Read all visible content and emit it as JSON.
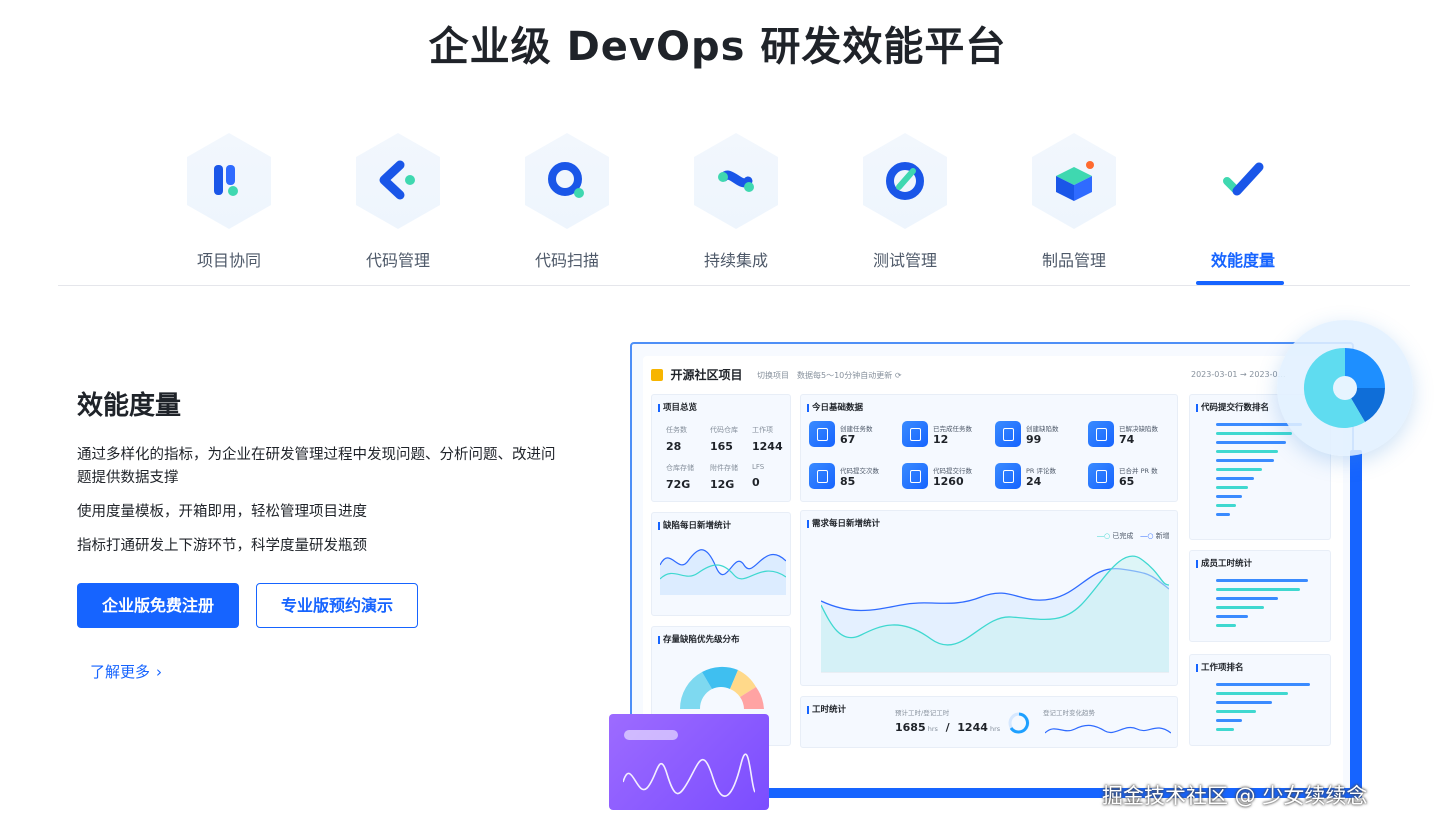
{
  "page": {
    "title": "企业级 DevOps 研发效能平台"
  },
  "tabs": [
    {
      "label": "项目协同",
      "icon": "project-collab-icon"
    },
    {
      "label": "代码管理",
      "icon": "code-manage-icon"
    },
    {
      "label": "代码扫描",
      "icon": "code-scan-icon"
    },
    {
      "label": "持续集成",
      "icon": "ci-icon"
    },
    {
      "label": "测试管理",
      "icon": "test-manage-icon"
    },
    {
      "label": "制品管理",
      "icon": "artifact-icon"
    },
    {
      "label": "效能度量",
      "icon": "metrics-icon",
      "active": true
    }
  ],
  "section": {
    "title": "效能度量",
    "desc1": "通过多样化的指标，为企业在研发管理过程中发现问题、分析问题、改进问题提供数据支撑",
    "desc2": "使用度量模板，开箱即用，轻松管理项目进度",
    "desc3": "指标打通研发上下游环节，科学度量研发瓶颈",
    "btn_primary": "企业版免费注册",
    "btn_secondary": "专业版预约演示",
    "learn_more": "了解更多",
    "learn_more_icon": "chevron-right-icon"
  },
  "dashboard": {
    "project": "开源社区项目",
    "switch": "切换项目",
    "refresh_note": "数据每5～10分钟自动更新",
    "date_range": "2023-03-01 → 2023-0…",
    "overview": {
      "title": "项目总览",
      "items": [
        {
          "label": "任务数",
          "value": "28"
        },
        {
          "label": "代码仓库",
          "value": "165"
        },
        {
          "label": "工作项",
          "value": "1244"
        },
        {
          "label": "仓库存储",
          "value": "72G"
        },
        {
          "label": "附件存储",
          "value": "12G"
        },
        {
          "label": "LFS",
          "value": "0"
        }
      ]
    },
    "today": {
      "title": "今日基础数据",
      "items": [
        {
          "label": "创建任务数",
          "value": "67"
        },
        {
          "label": "已完成任务数",
          "value": "12"
        },
        {
          "label": "创建缺陷数",
          "value": "99"
        },
        {
          "label": "已解决缺陷数",
          "value": "74"
        },
        {
          "label": "代码提交次数",
          "value": "85"
        },
        {
          "label": "代码提交行数",
          "value": "1260"
        },
        {
          "label": "PR 评论数",
          "value": "24"
        },
        {
          "label": "已合并 PR 数",
          "value": "65"
        }
      ]
    },
    "defect_chart_title": "缺陷每日新增统计",
    "priority_title": "存量缺陷优先级分布",
    "req_chart": {
      "title": "需求每日新增统计",
      "legend": [
        "已完成",
        "新增"
      ]
    },
    "worktime": {
      "title": "工时统计",
      "label": "预计工时/登记工时",
      "value1": "1685",
      "value2": "1244",
      "unit": "hrs",
      "sep": "/",
      "trend_label": "登记工时变化趋势"
    },
    "rank1_title": "代码提交行数排名",
    "rank2_title": "成员工时统计",
    "rank3_title": "工作项排名"
  },
  "watermark": "掘金技术社区 @ 少女续续念",
  "colors": {
    "accent": "#1664ff",
    "purple": "#8b5cff",
    "cyan": "#3fd8d0"
  }
}
